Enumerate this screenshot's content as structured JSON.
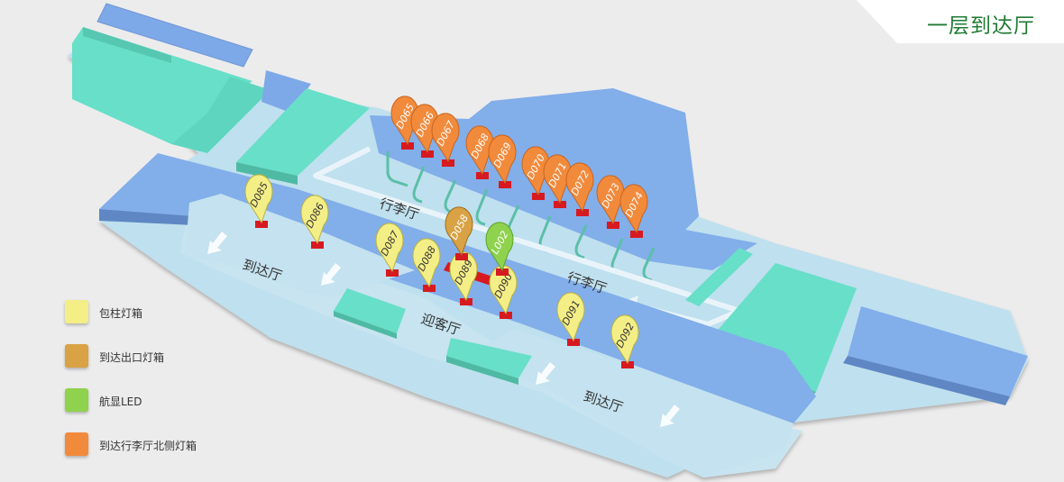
{
  "title": "一层到达厅",
  "area_labels": {
    "baggage_1": "行李厅",
    "baggage_2": "行李厅",
    "arrival_1": "到达厅",
    "arrival_2": "到达厅",
    "greeting": "迎客厅"
  },
  "legend": [
    {
      "label": "包柱灯箱",
      "color": "#f4ee86"
    },
    {
      "label": "到达出口灯箱",
      "color": "#d9a244"
    },
    {
      "label": "航显LED",
      "color": "#8ed24e"
    },
    {
      "label": "到达行李厅北侧灯箱",
      "color": "#f28a3c"
    }
  ],
  "pins": {
    "d065": {
      "code": "D065",
      "type": "orange"
    },
    "d066": {
      "code": "D066",
      "type": "orange"
    },
    "d067": {
      "code": "D067",
      "type": "orange"
    },
    "d068": {
      "code": "D068",
      "type": "orange"
    },
    "d069": {
      "code": "D069",
      "type": "orange"
    },
    "d070": {
      "code": "D070",
      "type": "orange"
    },
    "d071": {
      "code": "D071",
      "type": "orange"
    },
    "d072": {
      "code": "D072",
      "type": "orange"
    },
    "d073": {
      "code": "D073",
      "type": "orange"
    },
    "d074": {
      "code": "D074",
      "type": "orange"
    },
    "d085": {
      "code": "D085",
      "type": "yellow"
    },
    "d086": {
      "code": "D086",
      "type": "yellow"
    },
    "d087": {
      "code": "D087",
      "type": "yellow"
    },
    "d088": {
      "code": "D088",
      "type": "yellow"
    },
    "d089": {
      "code": "D089",
      "type": "yellow"
    },
    "d090": {
      "code": "D090",
      "type": "yellow"
    },
    "d091": {
      "code": "D091",
      "type": "yellow"
    },
    "d092": {
      "code": "D092",
      "type": "yellow"
    },
    "d058": {
      "code": "D058",
      "type": "brown"
    },
    "l002": {
      "code": "L002",
      "type": "green"
    }
  },
  "colors": {
    "floor": "#bfe0ee",
    "wall_blue": "#7ea9e8",
    "block_teal": "#68dfc8",
    "marker_red": "#d71920",
    "title_green": "#1f7a33"
  }
}
